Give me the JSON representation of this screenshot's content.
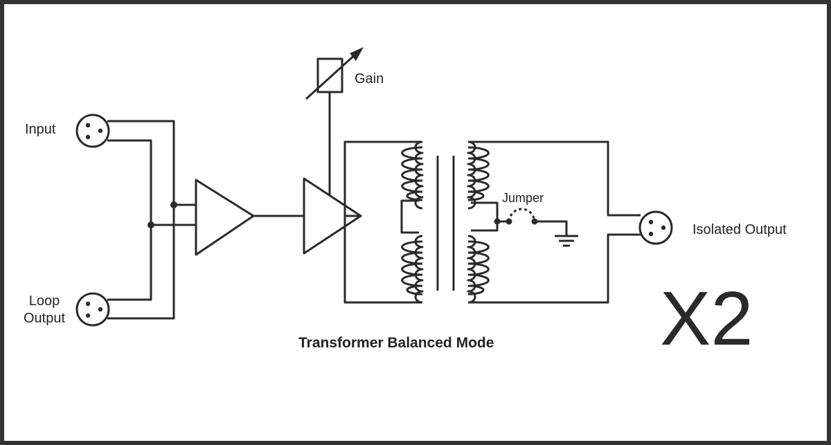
{
  "labels": {
    "input": "Input",
    "loop_output_line1": "Loop",
    "loop_output_line2": "Output",
    "gain": "Gain",
    "jumper": "Jumper",
    "isolated_output": "Isolated Output",
    "title": "Transformer Balanced Mode",
    "multiplier": "X2"
  },
  "colors": {
    "line": "#2a2a2a",
    "background": "#ffffff",
    "border": "#333333"
  }
}
